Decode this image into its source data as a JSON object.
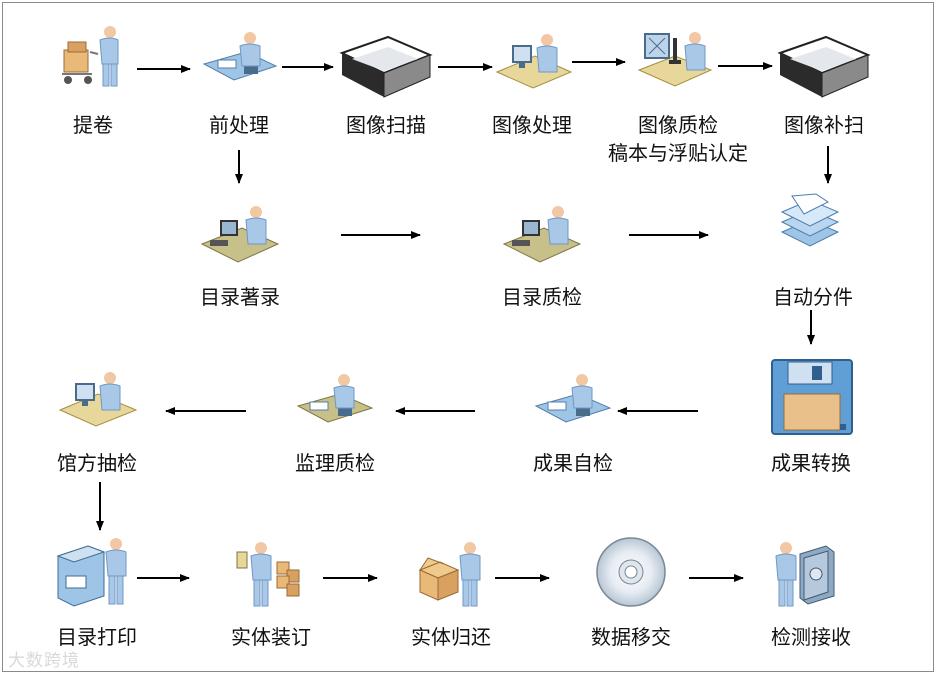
{
  "steps": {
    "tijuan": "提卷",
    "qianchuli": "前处理",
    "saomiao": "图像扫描",
    "tuxiangchuli": "图像处理",
    "zhijian_1": "图像质检",
    "zhijian_2": "稿本与浮贴认定",
    "busao": "图像补扫",
    "mulu_zhulu": "目录著录",
    "mulu_zhijian": "目录质检",
    "zidong_fenjian": "自动分件",
    "chengguo_zhuanhuan": "成果转换",
    "chengguo_zijian": "成果自检",
    "jianli_zhijian": "监理质检",
    "guanfang_choujian": "馆方抽检",
    "mulu_dayin": "目录打印",
    "shiti_zhuangding": "实体装订",
    "shiti_guihuan": "实体归还",
    "shuju_yijiao": "数据移交",
    "jiance_jieshou": "检测接收"
  },
  "watermark": "大数跨境",
  "colors": {
    "skin": "#f2c7a4",
    "shirt": "#a9c8e8",
    "shirt_dark": "#6f97c4",
    "desk": "#e8d79a",
    "box": "#e9b978",
    "floppy": "#5f9fd6"
  }
}
